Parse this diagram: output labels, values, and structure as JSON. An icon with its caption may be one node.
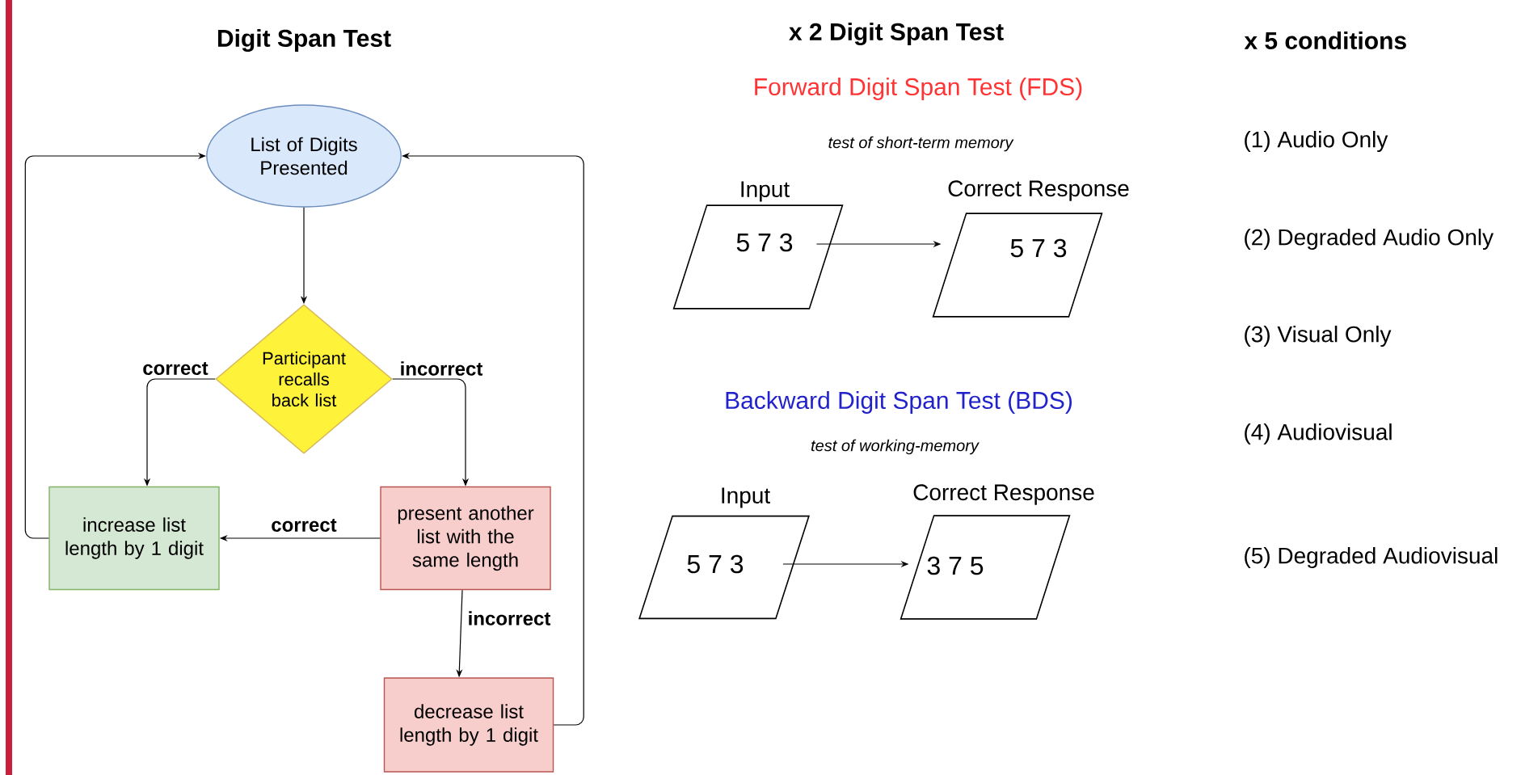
{
  "diagram": {
    "nodes": [
      {
        "text": [
          "List of Digits Presented"
        ]
      },
      {
        "text": [
          "Participant recalls back list"
        ]
      },
      {
        "text": [
          "increase list length by 1 digit"
        ]
      },
      {
        "text": [
          "present another list with the same length"
        ]
      },
      {
        "text": [
          "decrease list length by 1 digit"
        ]
      },
      {
        "text": [
          "Input",
          "5 7 3"
        ]
      },
      {
        "text": [
          "Correct Response",
          "5 7 3"
        ]
      },
      {
        "text": [
          "Input",
          "5 7 3"
        ]
      },
      {
        "text": [
          "Correct Response",
          "3 7 5"
        ]
      }
    ],
    "edges": [
      {
        "from": 0,
        "to": 1,
        "arrow": "to"
      },
      {
        "from": 1,
        "to": 2,
        "arrow": "to",
        "label": "correct"
      },
      {
        "from": 1,
        "to": 3,
        "arrow": "to",
        "label": "incorrect"
      },
      {
        "from": 3,
        "to": 2,
        "arrow": "to",
        "label": "correct"
      },
      {
        "from": 3,
        "to": 4,
        "arrow": "to",
        "label": "incorrect"
      },
      {
        "from": 2,
        "to": 0,
        "arrow": "to"
      },
      {
        "from": 4,
        "to": 0,
        "arrow": "to"
      },
      {
        "from": 5,
        "to": 6,
        "arrow": "to"
      },
      {
        "from": 7,
        "to": 8,
        "arrow": "to"
      }
    ],
    "labels": [
      "Digit Span Test",
      "x 2 Digit Span Test",
      "x 5 conditions",
      "Forward Digit Span Test (FDS)",
      "test of short-term memory",
      "Backward Digit Span Test (BDS)",
      "test of working-memory",
      "(1) Audio Only",
      "(2) Degraded Audio Only",
      "(3) Visual Only",
      "(4) Audiovisual",
      "(5) Degraded Audiovisual"
    ]
  }
}
